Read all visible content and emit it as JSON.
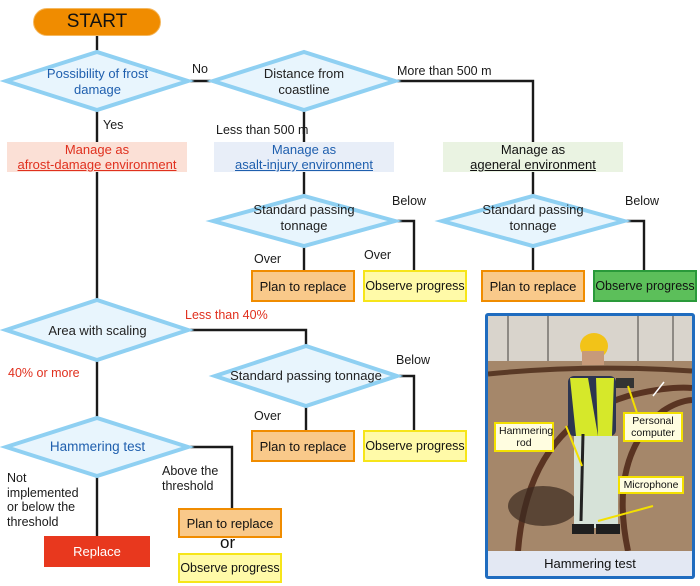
{
  "start": {
    "label": "START"
  },
  "decisions": {
    "frost": {
      "text_line1": "Possibility of frost",
      "text_line2": "damage"
    },
    "coast": {
      "text_line1": "Distance from",
      "text_line2": "coastline"
    },
    "tonnage_salt": {
      "text_line1": "Standard passing",
      "text_line2": "tonnage"
    },
    "tonnage_general": {
      "text_line1": "Standard passing",
      "text_line2": "tonnage"
    },
    "scaling": {
      "text": "Area with scaling"
    },
    "tonnage_scaling": {
      "text": "Standard passing tonnage"
    },
    "hammering": {
      "text": "Hammering test"
    }
  },
  "branch_labels": {
    "no": "No",
    "yes": "Yes",
    "more_than_500": "More than 500 m",
    "less_than_500": "Less than 500 m",
    "below_salt": "Below",
    "over_salt_left": "Over",
    "over_salt_right": "Over",
    "below_general": "Below",
    "less_than_40": "Less than 40%",
    "forty_or_more": "40% or more",
    "below_scaling": "Below",
    "over_scaling": "Over",
    "not_implemented": [
      "Not",
      "implemented",
      "or below the",
      "threshold"
    ],
    "above_threshold": [
      "Above the",
      "threshold"
    ]
  },
  "environments": {
    "frost": {
      "line1": "Manage as",
      "line2": "afrost-damage environment",
      "color": "#e0301e",
      "bg": "#fbe0d6"
    },
    "salt": {
      "line1": "Manage as",
      "line2": "asalt-injury environment",
      "color": "#1f5fae",
      "bg": "#e8eef8"
    },
    "general": {
      "line1": "Manage as",
      "line2": "ageneral environment",
      "color": "#111111",
      "bg": "#eaf3e2"
    }
  },
  "outcomes": {
    "plan_to_replace": "Plan to replace",
    "observe_progress": "Observe progress",
    "replace": "Replace",
    "or": "or"
  },
  "photo": {
    "caption": "Hammering test",
    "callouts": {
      "rod": [
        "Hammering",
        "rod"
      ],
      "computer": [
        "Personal",
        "computer"
      ],
      "microphone": "Microphone"
    }
  },
  "colors": {
    "diamond_stroke": "#8fd0f2",
    "diamond_fill": "#e8f5fd",
    "connector": "#1a1a1a",
    "start_fill": "#f08c00",
    "plan_fill": "#f9c98a",
    "observe_fill": "#fffaa8",
    "observe_green_fill": "#5cbf5a",
    "replace_fill": "#e8381e",
    "photo_border": "#1f6cbf"
  }
}
